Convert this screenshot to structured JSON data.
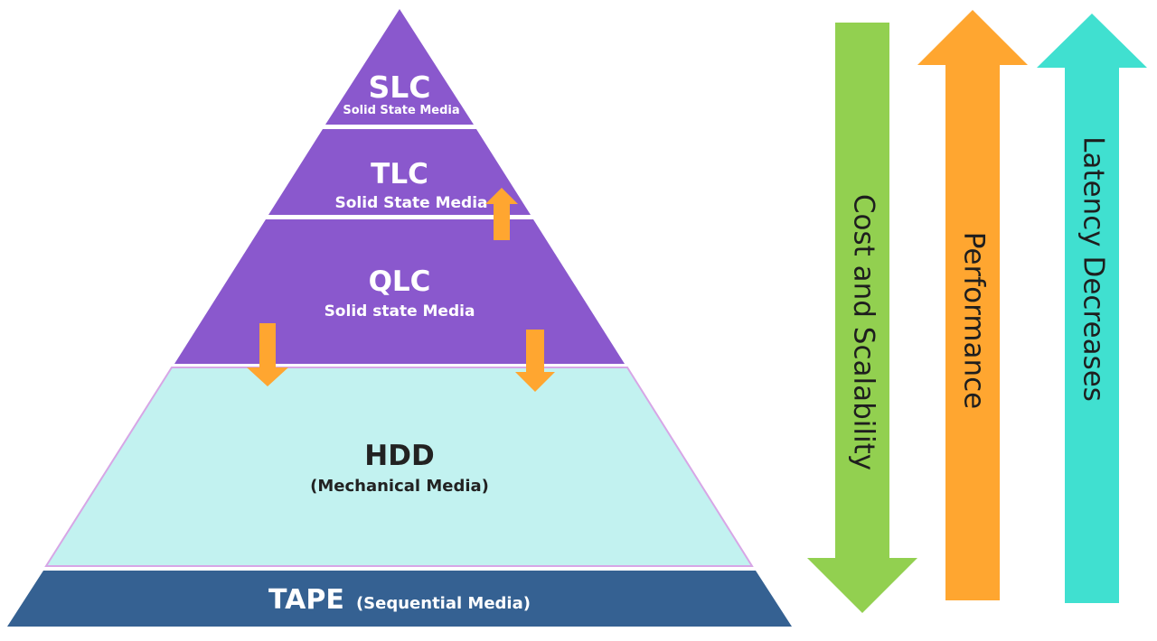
{
  "tiers": {
    "slc": {
      "title": "SLC",
      "subtitle": "Solid State Media"
    },
    "tlc": {
      "title": "TLC",
      "subtitle": "Solid State Media"
    },
    "qlc": {
      "title": "QLC",
      "subtitle": "Solid state Media"
    },
    "hdd": {
      "title": "HDD",
      "subtitle": "(Mechanical Media)"
    },
    "tape": {
      "title": "TAPE",
      "subtitle": "(Sequential Media)"
    }
  },
  "side_arrows": {
    "cost": {
      "label": "Cost and Scalability",
      "direction": "down",
      "color": "#92d050"
    },
    "performance": {
      "label": "Performance",
      "direction": "up",
      "color": "#ffa630"
    },
    "latency": {
      "label": "Latency Decreases",
      "direction": "up",
      "color": "#40e0d0"
    }
  },
  "colors": {
    "solid_state": "#8a58cd",
    "hdd": "#c2f2f0",
    "hdd_border": "#d7a6e6",
    "tape": "#356192",
    "small_arrows": "#ffa630"
  }
}
